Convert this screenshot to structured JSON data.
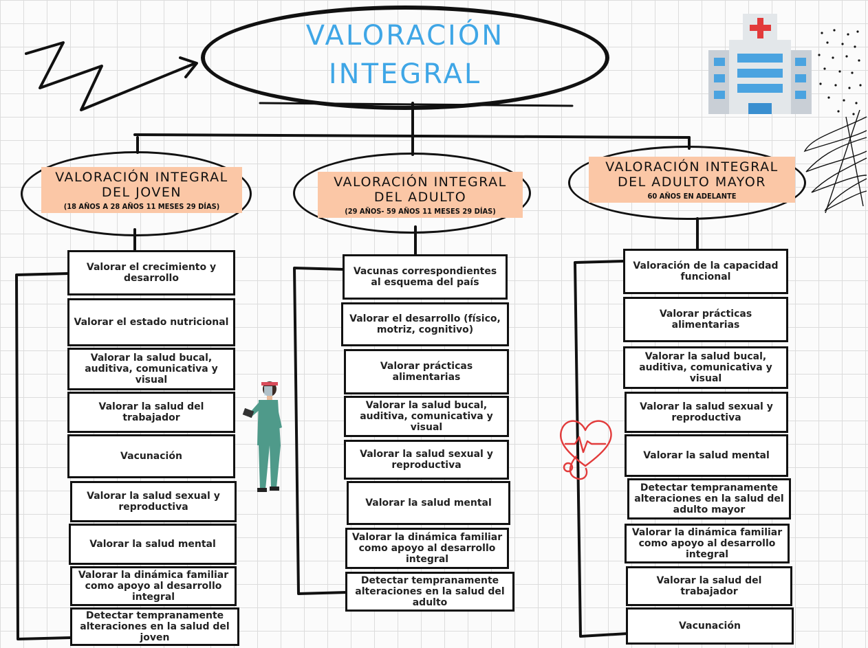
{
  "title": {
    "line1": "VALORACIÓN",
    "line2": "INTEGRAL"
  },
  "colors": {
    "title": "#3fa6e6",
    "header_fill": "#fbc7a6",
    "heart": "#e23b3b"
  },
  "icons": [
    "hospital-icon",
    "nurse-illustration",
    "heart-stethoscope-icon",
    "zigzag-arrow",
    "dot-pattern",
    "scribble"
  ],
  "columns": [
    {
      "header_title_line1": "VALORACIÓN INTEGRAL",
      "header_title_line2": "DEL JOVEN",
      "header_subtitle": "(18  AÑOS A 28 AÑOS 11 MESES 29 DÍAS)",
      "items": [
        "Valorar el  crecimiento y desarrollo",
        "Valorar el  estado nutricional",
        "Valorar la salud bucal, auditiva, comunicativa y visual",
        "Valorar la salud del trabajador",
        "Vacunación",
        "Valorar la salud sexual y reproductiva",
        "Valorar la salud mental",
        "Valorar la dinámica familiar como apoyo al desarrollo integral",
        "Detectar tempranamente alteraciones en la salud del joven"
      ]
    },
    {
      "header_title_line1": "VALORACIÓN INTEGRAL",
      "header_title_line2": "DEL ADULTO",
      "header_subtitle": "(29 AÑOS- 59 AÑOS 11 MESES 29 DÍAS)",
      "items": [
        "Vacunas correspondientes al esquema del país",
        "Valorar el  desarrollo (físico, motriz, cognitivo)",
        "Valorar prácticas alimentarias",
        "Valorar la salud bucal, auditiva, comunicativa y visual",
        "Valorar la salud sexual y reproductiva",
        "Valorar la salud mental",
        "Valorar la dinámica familiar como apoyo al desarrollo integral",
        "Detectar tempranamente alteraciones en la salud del adulto"
      ]
    },
    {
      "header_title_line1": "VALORACIÓN INTEGRAL",
      "header_title_line2": "DEL ADULTO MAYOR",
      "header_subtitle": "60 AÑOS EN ADELANTE",
      "items": [
        "Valoración de la capacidad funcional",
        "Valorar prácticas alimentarias",
        "Valorar la salud bucal, auditiva, comunicativa y visual",
        "Valorar la salud sexual y reproductiva",
        "Valorar la salud mental",
        "Detectar tempranamente alteraciones en la salud del adulto mayor",
        "Valorar la dinámica familiar como apoyo al desarrollo integral",
        "Valorar la salud del trabajador",
        "Vacunación"
      ]
    }
  ]
}
